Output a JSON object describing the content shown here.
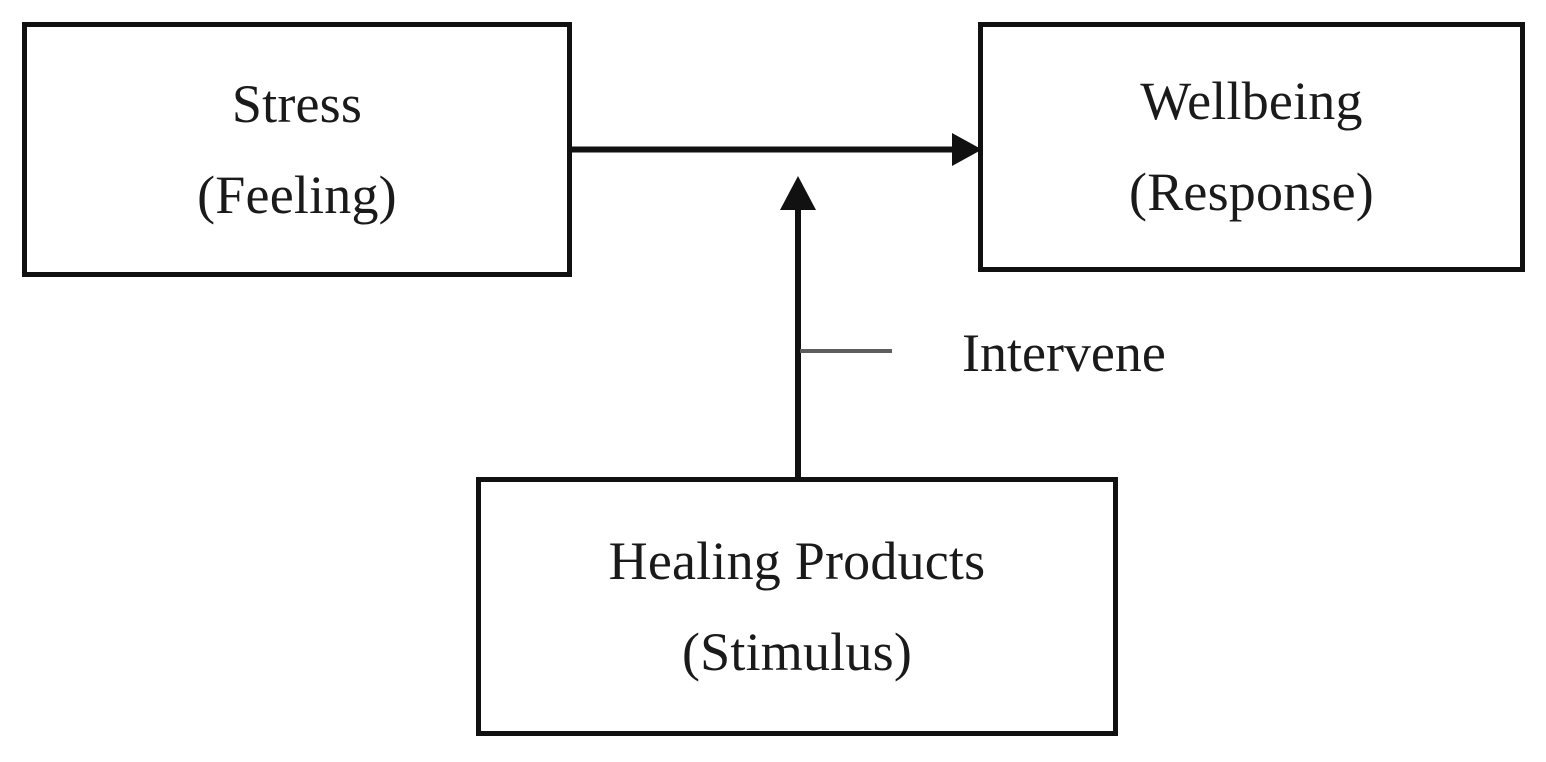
{
  "diagram": {
    "background_color": "#ffffff",
    "line_color": "#111111",
    "leader_color": "#5e5e5e",
    "text_color": "#1a1a1a",
    "nodes": [
      {
        "id": "stress",
        "primary": "Stress",
        "secondary": "(Feeling)"
      },
      {
        "id": "wellbeing",
        "primary": "Wellbeing",
        "secondary": "(Response)"
      },
      {
        "id": "healing",
        "primary": "Healing Products",
        "secondary": "(Stimulus)"
      }
    ],
    "edges": [
      {
        "id": "stress-to-wellbeing",
        "from": "stress",
        "to": "wellbeing",
        "direction": "right",
        "arrowhead": true,
        "label": ""
      },
      {
        "id": "healing-to-link",
        "from": "healing",
        "to": "stress-to-wellbeing",
        "direction": "up",
        "arrowhead": true,
        "label": "Intervene"
      }
    ],
    "labels": {
      "intervene": "Intervene"
    }
  }
}
